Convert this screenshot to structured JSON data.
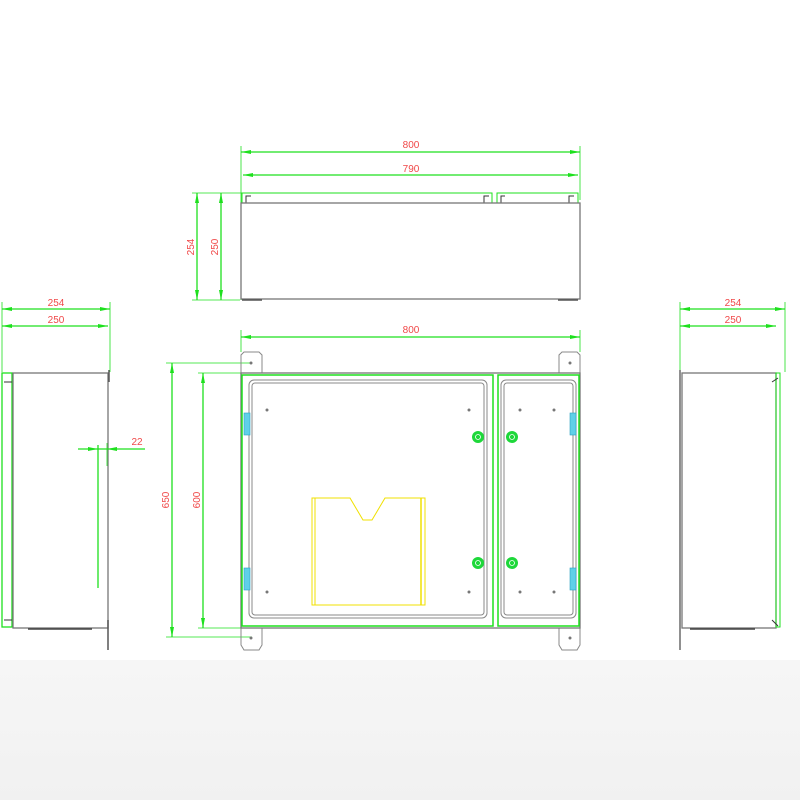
{
  "top_view": {
    "width_outer": "800",
    "width_inner": "790",
    "depth_outer": "254",
    "depth_inner": "250"
  },
  "left_side_view": {
    "depth_outer": "254",
    "depth_inner": "250",
    "offset": "22"
  },
  "front_view": {
    "width": "800",
    "height_outer": "650",
    "height_inner": "600"
  },
  "right_side_view": {
    "depth_outer": "254",
    "depth_inner": "250"
  },
  "colors": {
    "dimension": "#1ee01e",
    "label": "#f04848",
    "outline": "#777777",
    "window": "#f0e000",
    "hinge": "#20c0e0"
  }
}
